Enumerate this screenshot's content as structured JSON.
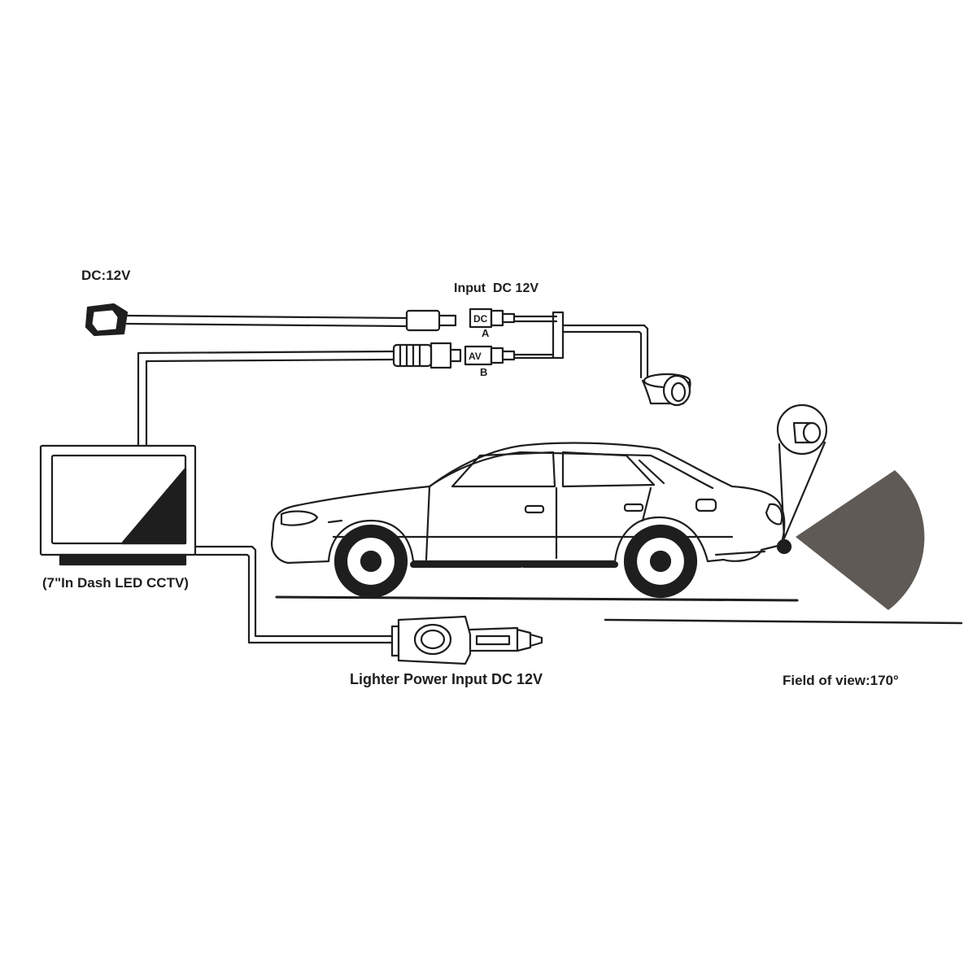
{
  "labels": {
    "dc_supply": "DC:12V",
    "input_dc": "Input  DC 12V",
    "connector_a_tag": "DC",
    "connector_a_letter": "A",
    "connector_b_tag": "AV",
    "connector_b_letter": "B",
    "monitor_caption": "(7\"In Dash LED CCTV)",
    "lighter_caption": "Lighter Power Input DC 12V",
    "fov_caption": "Field of view:170°"
  },
  "colors": {
    "ink": "#1e1e1e",
    "fov_fill": "#5f5a55",
    "background": "#ffffff"
  },
  "icons": [
    "power-socket-icon",
    "monitor-icon",
    "car-icon",
    "camera-icon",
    "lighter-plug-icon"
  ]
}
